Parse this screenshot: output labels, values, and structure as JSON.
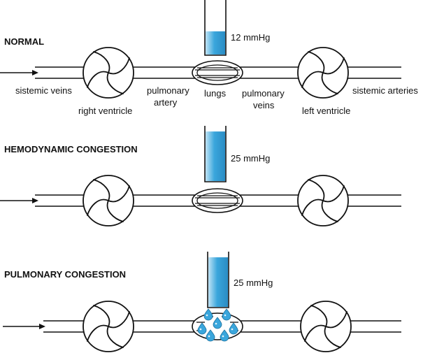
{
  "panels": [
    {
      "heading": "NORMAL",
      "pressure": "12 mmHg",
      "pressure_mmhg": 12,
      "edema": false,
      "labels": {
        "sistemic_veins": "sistemic veins",
        "right_ventricle": "right ventricle",
        "pulmonary_artery_line1": "pulmonary",
        "pulmonary_artery_line2": "artery",
        "lungs": "lungs",
        "pulmonary_veins_line1": "pulmonary",
        "pulmonary_veins_line2": "veins",
        "left_ventricle": "left ventricle",
        "sistemic_arteries": "sistemic arteries"
      }
    },
    {
      "heading": "HEMODYNAMIC CONGESTION",
      "pressure": "25 mmHg",
      "pressure_mmhg": 25,
      "edema": false
    },
    {
      "heading": "PULMONARY CONGESTION",
      "pressure": "25 mmHg",
      "pressure_mmhg": 25,
      "edema": true
    }
  ],
  "colors": {
    "fluid": "#3aa6dc",
    "fluid_light": "#e6f4fb",
    "line": "#111111"
  },
  "icons": {
    "heart": "ventricle-pump-icon",
    "lungs": "lungs-icon",
    "arrow": "flow-arrow-icon",
    "droplet": "fluid-droplet-icon"
  }
}
